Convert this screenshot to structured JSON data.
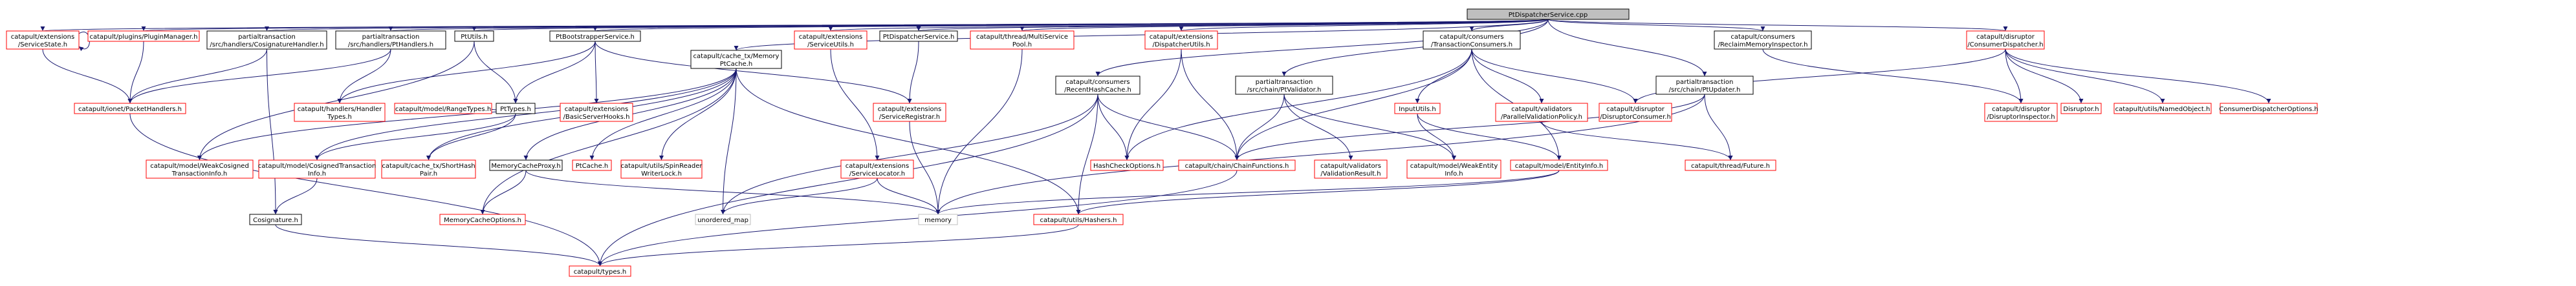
{
  "colors": {
    "red": "#ff0000",
    "black": "#000000",
    "grey": "#bfbfbf",
    "edge": "#191970",
    "root_fill": "#bfbfbf"
  },
  "nodes": [
    {
      "id": "root",
      "lines": [
        "PtDispatcherService.cpp"
      ],
      "style": "root"
    },
    {
      "id": "svcstate",
      "lines": [
        "catapult/extensions",
        "/ServiceState.h"
      ],
      "style": "red"
    },
    {
      "id": "pluginmgr",
      "lines": [
        "catapult/plugins/PluginManager.h"
      ],
      "style": "red"
    },
    {
      "id": "cosighandler",
      "lines": [
        "partialtransaction",
        "/src/handlers/CosignatureHandler.h"
      ],
      "style": "black"
    },
    {
      "id": "pthandlers",
      "lines": [
        "partialtransaction",
        "/src/handlers/PtHandlers.h"
      ],
      "style": "black"
    },
    {
      "id": "ptutils",
      "lines": [
        "PtUtils.h"
      ],
      "style": "black"
    },
    {
      "id": "ptboot",
      "lines": [
        "PtBootstrapperService.h"
      ],
      "style": "black"
    },
    {
      "id": "ptcache",
      "lines": [
        "catapult/cache_tx/Memory",
        "PtCache.h"
      ],
      "style": "black"
    },
    {
      "id": "svcutils",
      "lines": [
        "catapult/extensions",
        "/ServiceUtils.h"
      ],
      "style": "red"
    },
    {
      "id": "ptdispsvc",
      "lines": [
        "PtDispatcherService.h"
      ],
      "style": "black"
    },
    {
      "id": "mspool",
      "lines": [
        "catapult/thread/MultiService",
        "Pool.h"
      ],
      "style": "red"
    },
    {
      "id": "recenthash",
      "lines": [
        "catapult/consumers",
        "/RecentHashCache.h"
      ],
      "style": "black"
    },
    {
      "id": "disputils",
      "lines": [
        "catapult/extensions",
        "/DispatcherUtils.h"
      ],
      "style": "red"
    },
    {
      "id": "ptvalidator",
      "lines": [
        "partialtransaction",
        "/src/chain/PtValidator.h"
      ],
      "style": "black"
    },
    {
      "id": "txconsumers",
      "lines": [
        "catapult/consumers",
        "/TransactionConsumers.h"
      ],
      "style": "black"
    },
    {
      "id": "ptupdater",
      "lines": [
        "partialtransaction",
        "/src/chain/PtUpdater.h"
      ],
      "style": "black"
    },
    {
      "id": "reclaim",
      "lines": [
        "catapult/consumers",
        "/ReclaimMemoryInspector.h"
      ],
      "style": "black"
    },
    {
      "id": "consdisp",
      "lines": [
        "catapult/disruptor",
        "/ConsumerDispatcher.h"
      ],
      "style": "red"
    },
    {
      "id": "packethandlers",
      "lines": [
        "catapult/ionet/PacketHandlers.h"
      ],
      "style": "red"
    },
    {
      "id": "handlertypes",
      "lines": [
        "catapult/handlers/Handler",
        "Types.h"
      ],
      "style": "red"
    },
    {
      "id": "rangetypes",
      "lines": [
        "catapult/model/RangeTypes.h"
      ],
      "style": "red"
    },
    {
      "id": "pttypes",
      "lines": [
        "PtTypes.h"
      ],
      "style": "black"
    },
    {
      "id": "basicserver",
      "lines": [
        "catapult/extensions",
        "/BasicServerHooks.h"
      ],
      "style": "red"
    },
    {
      "id": "svcreg",
      "lines": [
        "catapult/extensions",
        "/ServiceRegistrar.h"
      ],
      "style": "red"
    },
    {
      "id": "inpututils",
      "lines": [
        "InputUtils.h"
      ],
      "style": "red"
    },
    {
      "id": "parallelval",
      "lines": [
        "catapult/validators",
        "/ParallelValidationPolicy.h"
      ],
      "style": "red"
    },
    {
      "id": "dispconsumer",
      "lines": [
        "catapult/disruptor",
        "/DisruptorConsumer.h"
      ],
      "style": "red"
    },
    {
      "id": "dispinspector",
      "lines": [
        "catapult/disruptor",
        "/DisruptorInspector.h"
      ],
      "style": "red"
    },
    {
      "id": "disruptorh",
      "lines": [
        "Disruptor.h"
      ],
      "style": "red"
    },
    {
      "id": "namedobj",
      "lines": [
        "catapult/utils/NamedObject.h"
      ],
      "style": "red"
    },
    {
      "id": "consdispopts",
      "lines": [
        "ConsumerDispatcherOptions.h"
      ],
      "style": "red"
    },
    {
      "id": "weakcosigned",
      "lines": [
        "catapult/model/WeakCosigned",
        "TransactionInfo.h"
      ],
      "style": "red"
    },
    {
      "id": "cosignedtx",
      "lines": [
        "catapult/model/CosignedTransaction",
        "Info.h"
      ],
      "style": "red"
    },
    {
      "id": "shorthash",
      "lines": [
        "catapult/cache_tx/ShortHash",
        "Pair.h"
      ],
      "style": "red"
    },
    {
      "id": "memcacheproxy",
      "lines": [
        "MemoryCacheProxy.h"
      ],
      "style": "black"
    },
    {
      "id": "ptcacheh",
      "lines": [
        "PtCache.h"
      ],
      "style": "red"
    },
    {
      "id": "spinreader",
      "lines": [
        "catapult/utils/SpinReader",
        "WriterLock.h"
      ],
      "style": "red"
    },
    {
      "id": "svclocator",
      "lines": [
        "catapult/extensions",
        "/ServiceLocator.h"
      ],
      "style": "red"
    },
    {
      "id": "hashcheck",
      "lines": [
        "HashCheckOptions.h"
      ],
      "style": "red"
    },
    {
      "id": "chainfns",
      "lines": [
        "catapult/chain/ChainFunctions.h"
      ],
      "style": "red"
    },
    {
      "id": "valresult",
      "lines": [
        "catapult/validators",
        "/ValidationResult.h"
      ],
      "style": "red"
    },
    {
      "id": "weakentity",
      "lines": [
        "catapult/model/WeakEntity",
        "Info.h"
      ],
      "style": "red"
    },
    {
      "id": "entityinfo",
      "lines": [
        "catapult/model/EntityInfo.h"
      ],
      "style": "red"
    },
    {
      "id": "future",
      "lines": [
        "catapult/thread/Future.h"
      ],
      "style": "red"
    },
    {
      "id": "cosignature",
      "lines": [
        "Cosignature.h"
      ],
      "style": "black"
    },
    {
      "id": "memcacheopts",
      "lines": [
        "MemoryCacheOptions.h"
      ],
      "style": "red"
    },
    {
      "id": "unorderedmap",
      "lines": [
        "unordered_map"
      ],
      "style": "grey"
    },
    {
      "id": "memory",
      "lines": [
        "memory"
      ],
      "style": "grey"
    },
    {
      "id": "hashers",
      "lines": [
        "catapult/utils/Hashers.h"
      ],
      "style": "red"
    },
    {
      "id": "typesh",
      "lines": [
        "catapult/types.h"
      ],
      "style": "red"
    }
  ],
  "edges": [
    [
      "root",
      "svcstate"
    ],
    [
      "root",
      "pluginmgr"
    ],
    [
      "root",
      "cosighandler"
    ],
    [
      "root",
      "pthandlers"
    ],
    [
      "root",
      "ptutils"
    ],
    [
      "root",
      "ptboot"
    ],
    [
      "root",
      "ptcache"
    ],
    [
      "root",
      "svcutils"
    ],
    [
      "root",
      "ptdispsvc"
    ],
    [
      "root",
      "mspool"
    ],
    [
      "root",
      "recenthash"
    ],
    [
      "root",
      "disputils"
    ],
    [
      "root",
      "ptvalidator"
    ],
    [
      "root",
      "txconsumers"
    ],
    [
      "root",
      "ptupdater"
    ],
    [
      "root",
      "reclaim"
    ],
    [
      "root",
      "consdisp"
    ],
    [
      "svcstate",
      "packethandlers"
    ],
    [
      "pluginmgr",
      "packethandlers"
    ],
    [
      "cosighandler",
      "packethandlers"
    ],
    [
      "cosighandler",
      "cosignature"
    ],
    [
      "pthandlers",
      "packethandlers"
    ],
    [
      "pthandlers",
      "handlertypes"
    ],
    [
      "ptutils",
      "pttypes"
    ],
    [
      "ptutils",
      "weakcosigned"
    ],
    [
      "ptboot",
      "handlertypes"
    ],
    [
      "ptboot",
      "pttypes"
    ],
    [
      "ptboot",
      "basicserver"
    ],
    [
      "ptboot",
      "svcreg"
    ],
    [
      "ptcache",
      "weakcosigned"
    ],
    [
      "ptcache",
      "cosignedtx"
    ],
    [
      "ptcache",
      "shorthash"
    ],
    [
      "ptcache",
      "memcacheproxy"
    ],
    [
      "ptcache",
      "ptcacheh"
    ],
    [
      "ptcache",
      "spinreader"
    ],
    [
      "ptcache",
      "unorderedmap"
    ],
    [
      "ptcache",
      "memcacheopts"
    ],
    [
      "ptcache",
      "hashers"
    ],
    [
      "pttypes",
      "rangetypes"
    ],
    [
      "pttypes",
      "cosignedtx"
    ],
    [
      "pttypes",
      "shorthash"
    ],
    [
      "cosignedtx",
      "cosignature"
    ],
    [
      "memcacheproxy",
      "memcacheopts"
    ],
    [
      "memcacheproxy",
      "memory"
    ],
    [
      "svcutils",
      "svclocator"
    ],
    [
      "ptdispsvc",
      "svcreg"
    ],
    [
      "svcreg",
      "memory"
    ],
    [
      "mspool",
      "memory"
    ],
    [
      "svclocator",
      "memory"
    ],
    [
      "svclocator",
      "unorderedmap"
    ],
    [
      "recenthash",
      "hashcheck"
    ],
    [
      "recenthash",
      "chainfns"
    ],
    [
      "recenthash",
      "unorderedmap"
    ],
    [
      "recenthash",
      "hashers"
    ],
    [
      "recenthash",
      "typesh"
    ],
    [
      "disputils",
      "hashcheck"
    ],
    [
      "disputils",
      "chainfns"
    ],
    [
      "ptvalidator",
      "chainfns"
    ],
    [
      "ptvalidator",
      "valresult"
    ],
    [
      "ptvalidator",
      "weakentity"
    ],
    [
      "txconsumers",
      "hashcheck"
    ],
    [
      "txconsumers",
      "chainfns"
    ],
    [
      "txconsumers",
      "inpututils"
    ],
    [
      "txconsumers",
      "parallelval"
    ],
    [
      "txconsumers",
      "dispconsumer"
    ],
    [
      "txconsumers",
      "entityinfo"
    ],
    [
      "inpututils",
      "weakentity"
    ],
    [
      "inpututils",
      "entityinfo"
    ],
    [
      "parallelval",
      "future"
    ],
    [
      "ptupdater",
      "chainfns"
    ],
    [
      "ptupdater",
      "future"
    ],
    [
      "ptupdater",
      "memory"
    ],
    [
      "reclaim",
      "dispinspector"
    ],
    [
      "consdisp",
      "dispconsumer"
    ],
    [
      "consdisp",
      "dispinspector"
    ],
    [
      "consdisp",
      "disruptorh"
    ],
    [
      "consdisp",
      "namedobj"
    ],
    [
      "consdisp",
      "consdispopts"
    ],
    [
      "entityinfo",
      "memory"
    ],
    [
      "entityinfo",
      "hashers"
    ],
    [
      "chainfns",
      "typesh"
    ],
    [
      "cosignature",
      "typesh"
    ],
    [
      "packethandlers",
      "typesh"
    ],
    [
      "hashers",
      "typesh"
    ]
  ]
}
